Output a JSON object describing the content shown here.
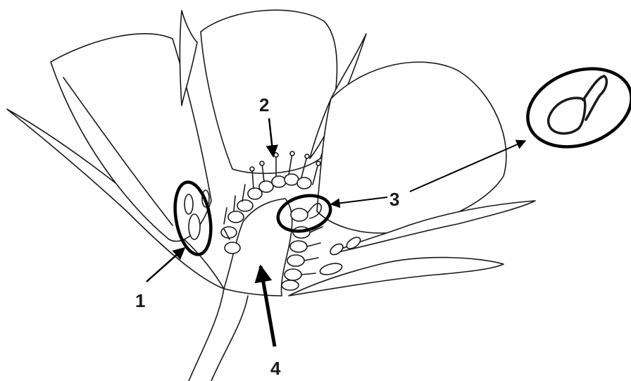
{
  "diagram": {
    "labels": [
      {
        "id": "1",
        "text": "1"
      },
      {
        "id": "2",
        "text": "2"
      },
      {
        "id": "3",
        "text": "3"
      },
      {
        "id": "4",
        "text": "4"
      }
    ],
    "colors": {
      "ink": "#1a1a1a",
      "background": "#ffffff"
    }
  }
}
